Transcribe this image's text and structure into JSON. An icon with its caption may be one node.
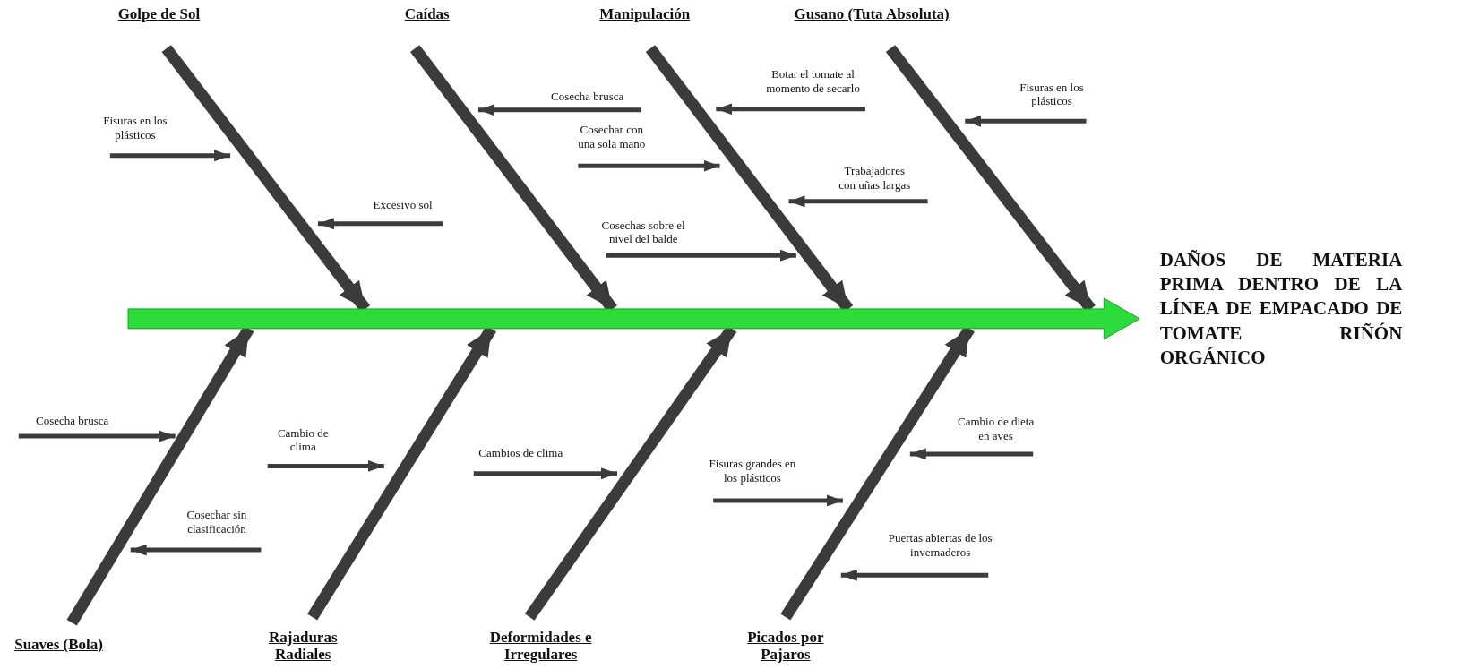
{
  "diagram": {
    "nodes": [
      {
        "text": [
          "Golpe de Sol"
        ]
      },
      {
        "text": [
          "Caídas"
        ]
      },
      {
        "text": [
          "Manipulación"
        ]
      },
      {
        "text": [
          "Gusano (Tuta Absoluta)"
        ]
      },
      {
        "text": [
          "Fisuras en los plásticos"
        ]
      },
      {
        "text": [
          "Cosecha brusca"
        ]
      },
      {
        "text": [
          "Botar el tomate al momento de secarlo"
        ]
      },
      {
        "text": [
          "Cosechar con una sola mano"
        ]
      },
      {
        "text": [
          "Fisuras en los plásticos"
        ]
      },
      {
        "text": [
          "Trabajadores con uñas largas"
        ]
      },
      {
        "text": [
          "Excesivo sol"
        ]
      },
      {
        "text": [
          "Cosechas sobre el nivel del balde"
        ]
      },
      {
        "text": [],
        "shape": "arrow"
      },
      {
        "text": [
          "DAÑOS DE MATERIA PRIMA DENTRO DE LA LÍNEA DE EMPACADO DE TOMATE RIÑÓN ORGÁNICO"
        ]
      },
      {
        "text": [
          "Cosecha brusca"
        ]
      },
      {
        "text": [
          "Cambio de dieta en aves"
        ]
      },
      {
        "text": [
          "Cambio de clima"
        ]
      },
      {
        "text": [
          "Cambios de clima"
        ]
      },
      {
        "text": [
          "Fisuras grandes en los plásticos"
        ]
      },
      {
        "text": [
          "Cosechar sin clasificación"
        ]
      },
      {
        "text": [
          "Puertas abiertas de los invernaderos"
        ]
      },
      {
        "text": [
          "Suaves (Bola)"
        ]
      },
      {
        "text": [
          "Rajaduras Radiales"
        ]
      },
      {
        "text": [
          "Deformidades e Irregulares"
        ]
      },
      {
        "text": [
          "Picados por Pajaros"
        ]
      }
    ],
    "edges": [
      {
        "from": 0,
        "to": 12,
        "arrow": "to",
        "style": "thick"
      },
      {
        "from": 1,
        "to": 12,
        "arrow": "to",
        "style": "thick"
      },
      {
        "from": 2,
        "to": 12,
        "arrow": "to",
        "style": "thick"
      },
      {
        "from": 3,
        "to": 12,
        "arrow": "to",
        "style": "thick"
      },
      {
        "from": 21,
        "to": 12,
        "arrow": "to",
        "style": "thick"
      },
      {
        "from": 22,
        "to": 12,
        "arrow": "to",
        "style": "thick"
      },
      {
        "from": 23,
        "to": 12,
        "arrow": "to",
        "style": "thick"
      },
      {
        "from": 24,
        "to": 12,
        "arrow": "to",
        "style": "thick"
      },
      {
        "from": 4,
        "to": null,
        "arrow": "to"
      },
      {
        "from": 5,
        "to": null,
        "arrow": "to"
      },
      {
        "from": 6,
        "to": null,
        "arrow": "to"
      },
      {
        "from": 7,
        "to": null,
        "arrow": "to"
      },
      {
        "from": 8,
        "to": null,
        "arrow": "to"
      },
      {
        "from": 9,
        "to": null,
        "arrow": "to"
      },
      {
        "from": 10,
        "to": null,
        "arrow": "to"
      },
      {
        "from": 11,
        "to": null,
        "arrow": "to"
      },
      {
        "from": 14,
        "to": null,
        "arrow": "to"
      },
      {
        "from": 15,
        "to": null,
        "arrow": "to"
      },
      {
        "from": 16,
        "to": null,
        "arrow": "to"
      },
      {
        "from": 17,
        "to": null,
        "arrow": "to"
      },
      {
        "from": 18,
        "to": null,
        "arrow": "to"
      },
      {
        "from": 19,
        "to": null,
        "arrow": "to"
      },
      {
        "from": 20,
        "to": null,
        "arrow": "to"
      }
    ]
  }
}
